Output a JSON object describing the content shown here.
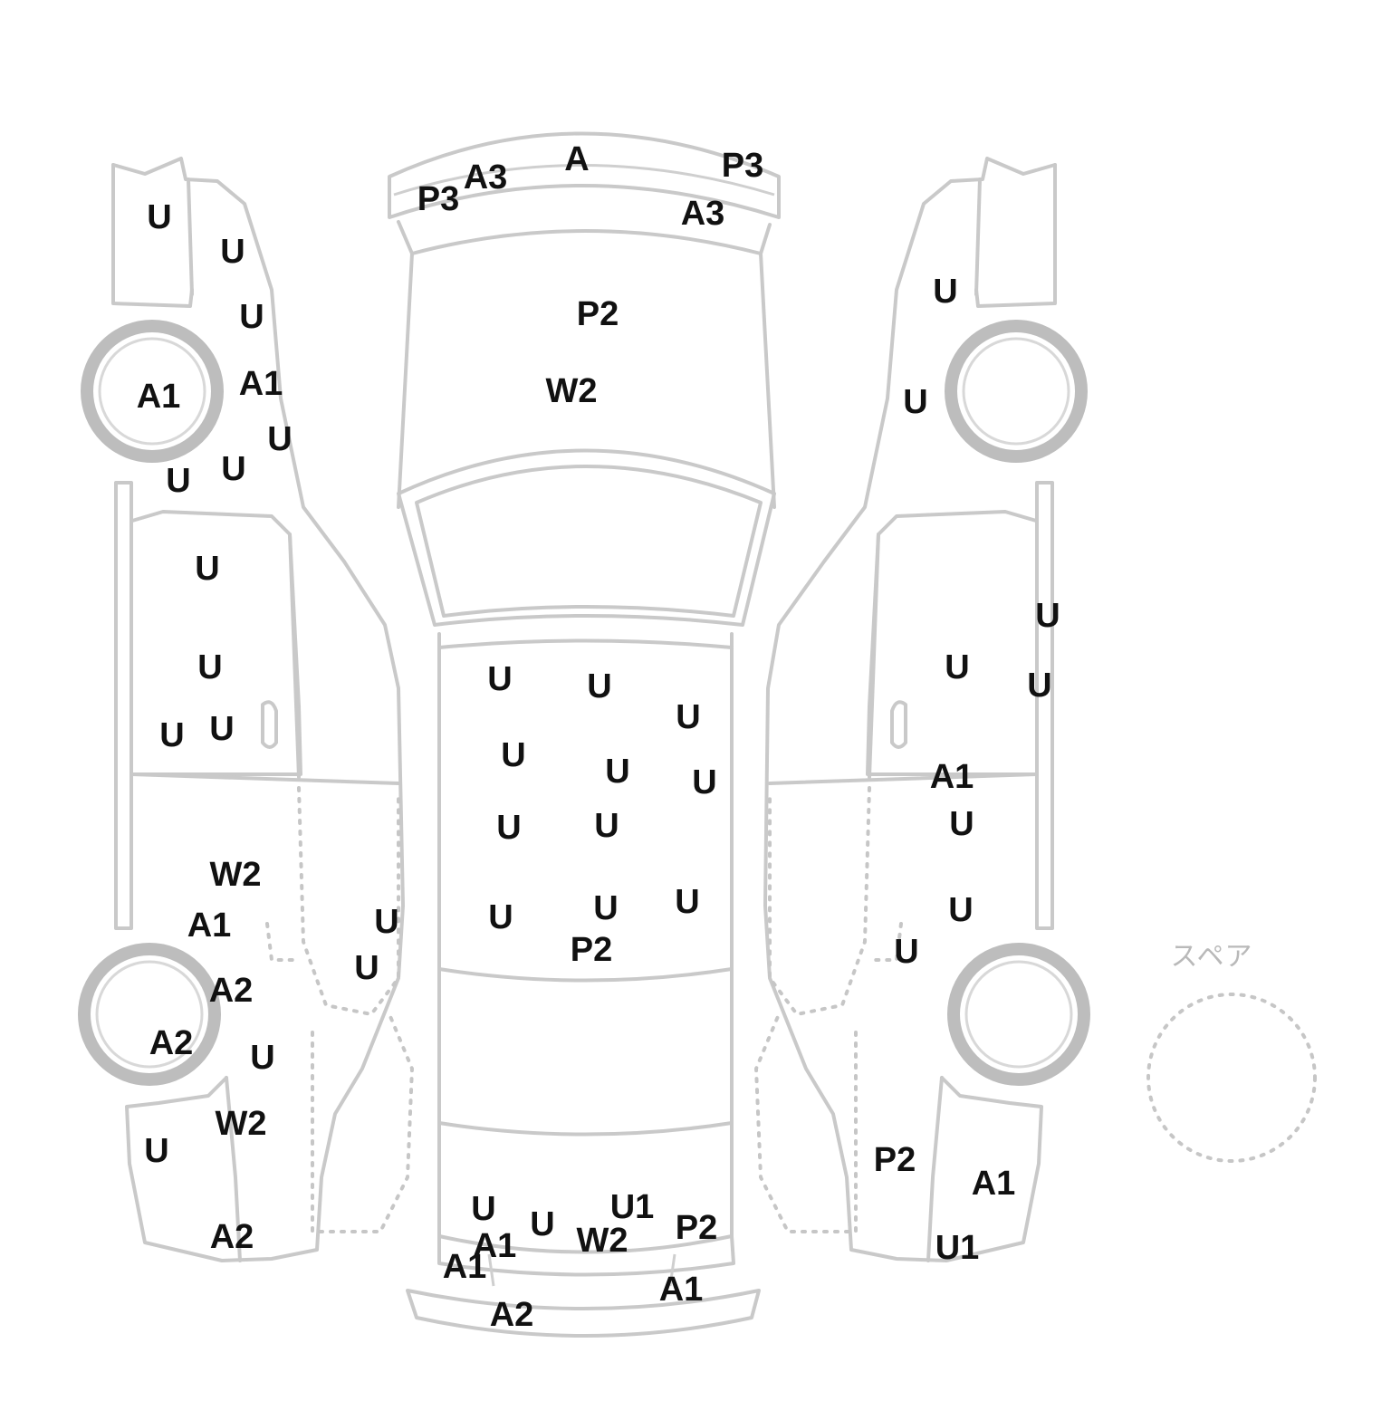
{
  "spare_label": "スペア",
  "colors": {
    "outline": "#c9c9c9",
    "code_text": "#111111",
    "spare_text": "#b9b9b9"
  },
  "damage_codes": [
    {
      "id": "l1",
      "code": "U"
    },
    {
      "id": "l2",
      "code": "U"
    },
    {
      "id": "l3",
      "code": "U"
    },
    {
      "id": "l4",
      "code": "A1"
    },
    {
      "id": "l5",
      "code": "A1"
    },
    {
      "id": "l6",
      "code": "U"
    },
    {
      "id": "l7",
      "code": "U"
    },
    {
      "id": "l8",
      "code": "U"
    },
    {
      "id": "l9",
      "code": "U"
    },
    {
      "id": "l10",
      "code": "U"
    },
    {
      "id": "l11",
      "code": "U"
    },
    {
      "id": "l12",
      "code": "U"
    },
    {
      "id": "l13",
      "code": "W2"
    },
    {
      "id": "l14",
      "code": "A1"
    },
    {
      "id": "l15",
      "code": "U"
    },
    {
      "id": "l16",
      "code": "U"
    },
    {
      "id": "l17",
      "code": "A2"
    },
    {
      "id": "l18",
      "code": "A2"
    },
    {
      "id": "l19",
      "code": "U"
    },
    {
      "id": "l20",
      "code": "W2"
    },
    {
      "id": "l21",
      "code": "U"
    },
    {
      "id": "l22",
      "code": "A2"
    },
    {
      "id": "t1",
      "code": "A"
    },
    {
      "id": "t2",
      "code": "P3"
    },
    {
      "id": "t3",
      "code": "A3"
    },
    {
      "id": "t4",
      "code": "P3"
    },
    {
      "id": "t5",
      "code": "A3"
    },
    {
      "id": "t6",
      "code": "P2"
    },
    {
      "id": "t7",
      "code": "W2"
    },
    {
      "id": "c1",
      "code": "U"
    },
    {
      "id": "c2",
      "code": "U"
    },
    {
      "id": "c3",
      "code": "U"
    },
    {
      "id": "c4",
      "code": "U"
    },
    {
      "id": "c5",
      "code": "U"
    },
    {
      "id": "c6",
      "code": "U"
    },
    {
      "id": "c7",
      "code": "U"
    },
    {
      "id": "c8",
      "code": "U"
    },
    {
      "id": "c9",
      "code": "U"
    },
    {
      "id": "c10",
      "code": "U"
    },
    {
      "id": "c11",
      "code": "U"
    },
    {
      "id": "c12",
      "code": "P2"
    },
    {
      "id": "b1",
      "code": "U"
    },
    {
      "id": "b2",
      "code": "U"
    },
    {
      "id": "b3",
      "code": "U1"
    },
    {
      "id": "b4",
      "code": "A1"
    },
    {
      "id": "b5",
      "code": "W2"
    },
    {
      "id": "b6",
      "code": "P2"
    },
    {
      "id": "b7",
      "code": "A1"
    },
    {
      "id": "b8",
      "code": "A1"
    },
    {
      "id": "b9",
      "code": "A2"
    },
    {
      "id": "r1",
      "code": "U"
    },
    {
      "id": "r2",
      "code": "U"
    },
    {
      "id": "r3",
      "code": "U"
    },
    {
      "id": "r4",
      "code": "U"
    },
    {
      "id": "r5",
      "code": "U"
    },
    {
      "id": "r6",
      "code": "A1"
    },
    {
      "id": "r7",
      "code": "U"
    },
    {
      "id": "r8",
      "code": "U"
    },
    {
      "id": "r9",
      "code": "U"
    },
    {
      "id": "r10",
      "code": "P2"
    },
    {
      "id": "r11",
      "code": "A1"
    },
    {
      "id": "r12",
      "code": "U1"
    }
  ]
}
